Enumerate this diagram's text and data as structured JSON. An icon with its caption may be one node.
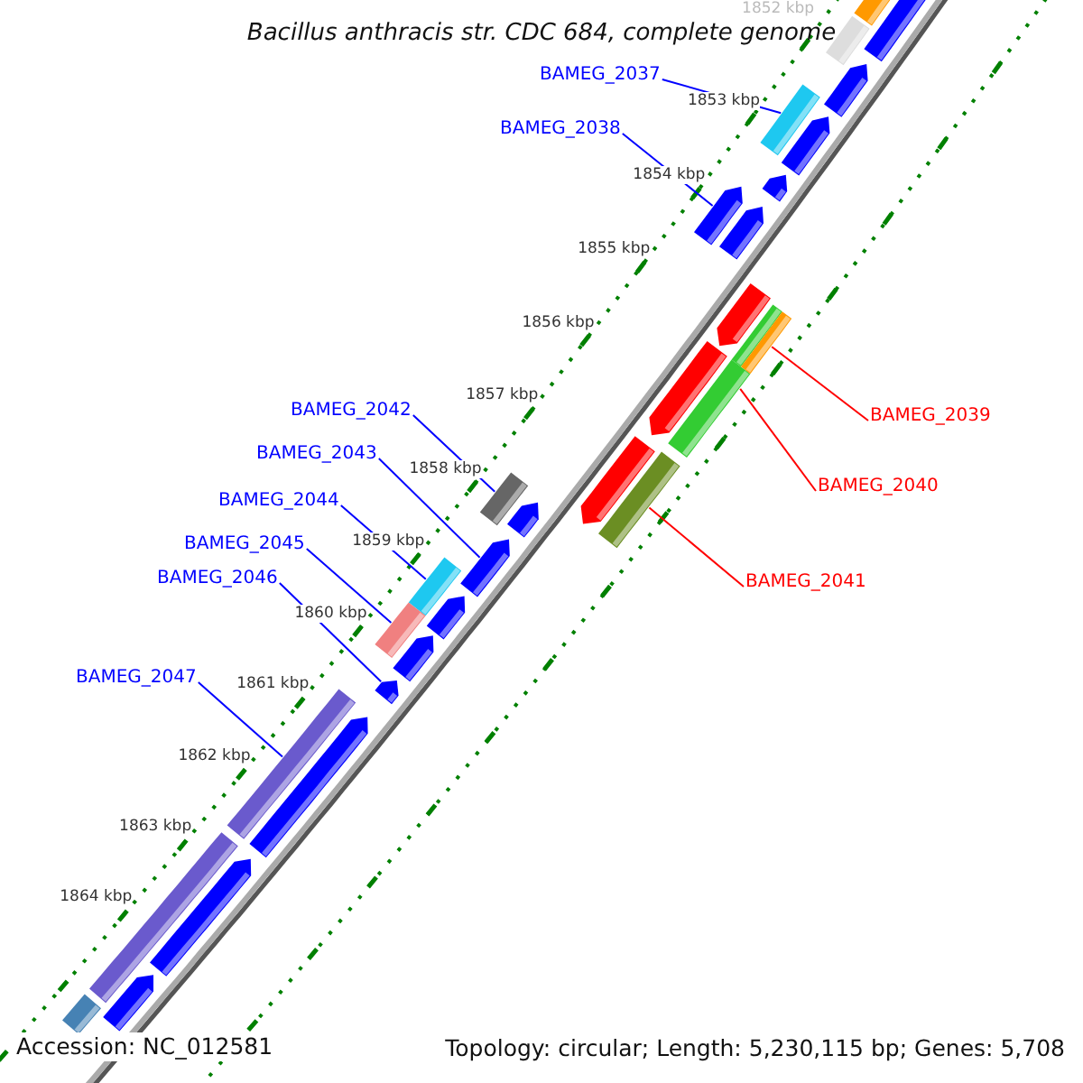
{
  "diagram": {
    "title": "Bacillus anthracis str. CDC 684, complete genome",
    "nodes": [
      {
        "text": [
          "BAMEG_2037"
        ]
      },
      {
        "text": [],
        "shape": "bar"
      },
      {
        "text": [
          "BAMEG_2038"
        ]
      },
      {
        "text": [],
        "shape": "arrow"
      },
      {
        "text": [
          "BAMEG_2039"
        ]
      },
      {
        "text": [],
        "shape": "bar"
      },
      {
        "text": [
          "BAMEG_2040"
        ]
      },
      {
        "text": [],
        "shape": "bar"
      },
      {
        "text": [
          "BAMEG_2041"
        ]
      },
      {
        "text": [],
        "shape": "bar"
      },
      {
        "text": [
          "BAMEG_2042"
        ]
      },
      {
        "text": [],
        "shape": "bar"
      },
      {
        "text": [
          "BAMEG_2043"
        ]
      },
      {
        "text": [],
        "shape": "arrow"
      },
      {
        "text": [
          "BAMEG_2044"
        ]
      },
      {
        "text": [],
        "shape": "bar"
      },
      {
        "text": [
          "BAMEG_2045"
        ]
      },
      {
        "text": [],
        "shape": "bar"
      },
      {
        "text": [
          "BAMEG_2046"
        ]
      },
      {
        "text": [],
        "shape": "arrow"
      },
      {
        "text": [
          "BAMEG_2047"
        ]
      },
      {
        "text": [],
        "shape": "bar"
      },
      {
        "text": [],
        "shape": "arrow"
      },
      {
        "text": [],
        "shape": "arrow"
      },
      {
        "text": [],
        "shape": "arrow"
      },
      {
        "text": [],
        "shape": "arrow"
      },
      {
        "text": [],
        "shape": "arrow"
      },
      {
        "text": [],
        "shape": "arrow"
      },
      {
        "text": [],
        "shape": "arrow"
      },
      {
        "text": [],
        "shape": "arrow"
      },
      {
        "text": [],
        "shape": "arrow"
      },
      {
        "text": [],
        "shape": "arrow"
      },
      {
        "text": [],
        "shape": "arrow"
      },
      {
        "text": [],
        "shape": "bar"
      },
      {
        "text": [],
        "shape": "bar"
      },
      {
        "text": [],
        "shape": "bar"
      },
      {
        "text": [],
        "shape": "bar"
      },
      {
        "text": [],
        "shape": "arrow"
      },
      {
        "text": [],
        "shape": "arrow"
      },
      {
        "text": [],
        "shape": "arrow"
      }
    ],
    "edges": [
      {
        "from": 0,
        "to": 1,
        "arrow": "none"
      },
      {
        "from": 2,
        "to": 3,
        "arrow": "none"
      },
      {
        "from": 4,
        "to": 5,
        "arrow": "none",
        "color": "#ff0000"
      },
      {
        "from": 6,
        "to": 7,
        "arrow": "none",
        "color": "#ff0000"
      },
      {
        "from": 8,
        "to": 9,
        "arrow": "none",
        "color": "#ff0000"
      },
      {
        "from": 10,
        "to": 11,
        "arrow": "none"
      },
      {
        "from": 12,
        "to": 13,
        "arrow": "none"
      },
      {
        "from": 14,
        "to": 15,
        "arrow": "none"
      },
      {
        "from": 16,
        "to": 17,
        "arrow": "none"
      },
      {
        "from": 18,
        "to": 19,
        "arrow": "none"
      },
      {
        "from": 20,
        "to": 21,
        "arrow": "none"
      }
    ],
    "labels": [
      "1852 kbp",
      "1853 kbp",
      "1854 kbp",
      "1855 kbp",
      "1856 kbp",
      "1857 kbp",
      "1858 kbp",
      "1859 kbp",
      "1860 kbp",
      "1861 kbp",
      "1862 kbp",
      "1863 kbp",
      "1864 kbp",
      "Accession: NC_012581",
      "Topology: circular; Length: 5,230,115 bp; Genes: 5,708"
    ]
  }
}
